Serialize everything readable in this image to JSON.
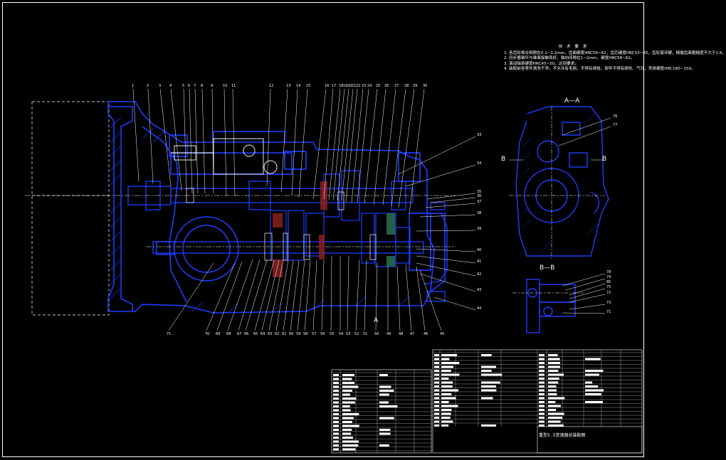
{
  "tech_requirements": {
    "title": "技 术 要 求",
    "items": [
      "1. 各齿轮啮合侧隙在0.1~1.2mm，齿面硬度HRC56~62，齿芯硬度HRC33~45，齿轮需淬硬，精磨齿面粗糙度不大于1.6。",
      "2. 同步器锥环与锥面接触良好，轴向间隙在1~2mm，硬度HRC58~62。",
      "3. 滚动轴承硬度HRC45~50，达到要求。",
      "4. 装配前各零件清洗干净，不允许有毛刺，不得有锈蚀，部件不得有损伤、气孔，壳体硬度HRC180~150。"
    ]
  },
  "views": {
    "section_a": "A—A",
    "section_b": "B—B",
    "b_left": "B",
    "b_right": "B",
    "a_bottom": "A"
  },
  "balloons": {
    "top": [
      "1",
      "2",
      "3",
      "4",
      "5",
      "6",
      "7",
      "8",
      "9",
      "10",
      "11",
      "12",
      "13",
      "14",
      "15",
      "16",
      "17",
      "18",
      "19",
      "20",
      "21",
      "22",
      "23",
      "24",
      "25",
      "26",
      "27",
      "28",
      "29",
      "30"
    ],
    "right": [
      "33",
      "34",
      "35",
      "36",
      "37",
      "38",
      "39",
      "40",
      "41",
      "42",
      "43",
      "44"
    ],
    "bottom": [
      "71",
      "70",
      "69",
      "68",
      "67",
      "66",
      "65",
      "64",
      "63",
      "62",
      "61",
      "60",
      "59",
      "58",
      "57",
      "56",
      "55",
      "54",
      "53",
      "52",
      "51",
      "50",
      "49",
      "48",
      "47",
      "46",
      "45"
    ],
    "view_a": [
      "76",
      "77"
    ],
    "view_b": [
      "78",
      "74",
      "80",
      "75",
      "72",
      "73",
      "71"
    ]
  },
  "title_block": {
    "drawing_title": "重型5 .5变速器总装配图"
  },
  "colors": {
    "background": "#000000",
    "outline": "#1f3dff",
    "leader": "#ffffff",
    "hatch": "#1f3dff",
    "gear_red": "#8a2020",
    "gear_green": "#2a6a50"
  }
}
